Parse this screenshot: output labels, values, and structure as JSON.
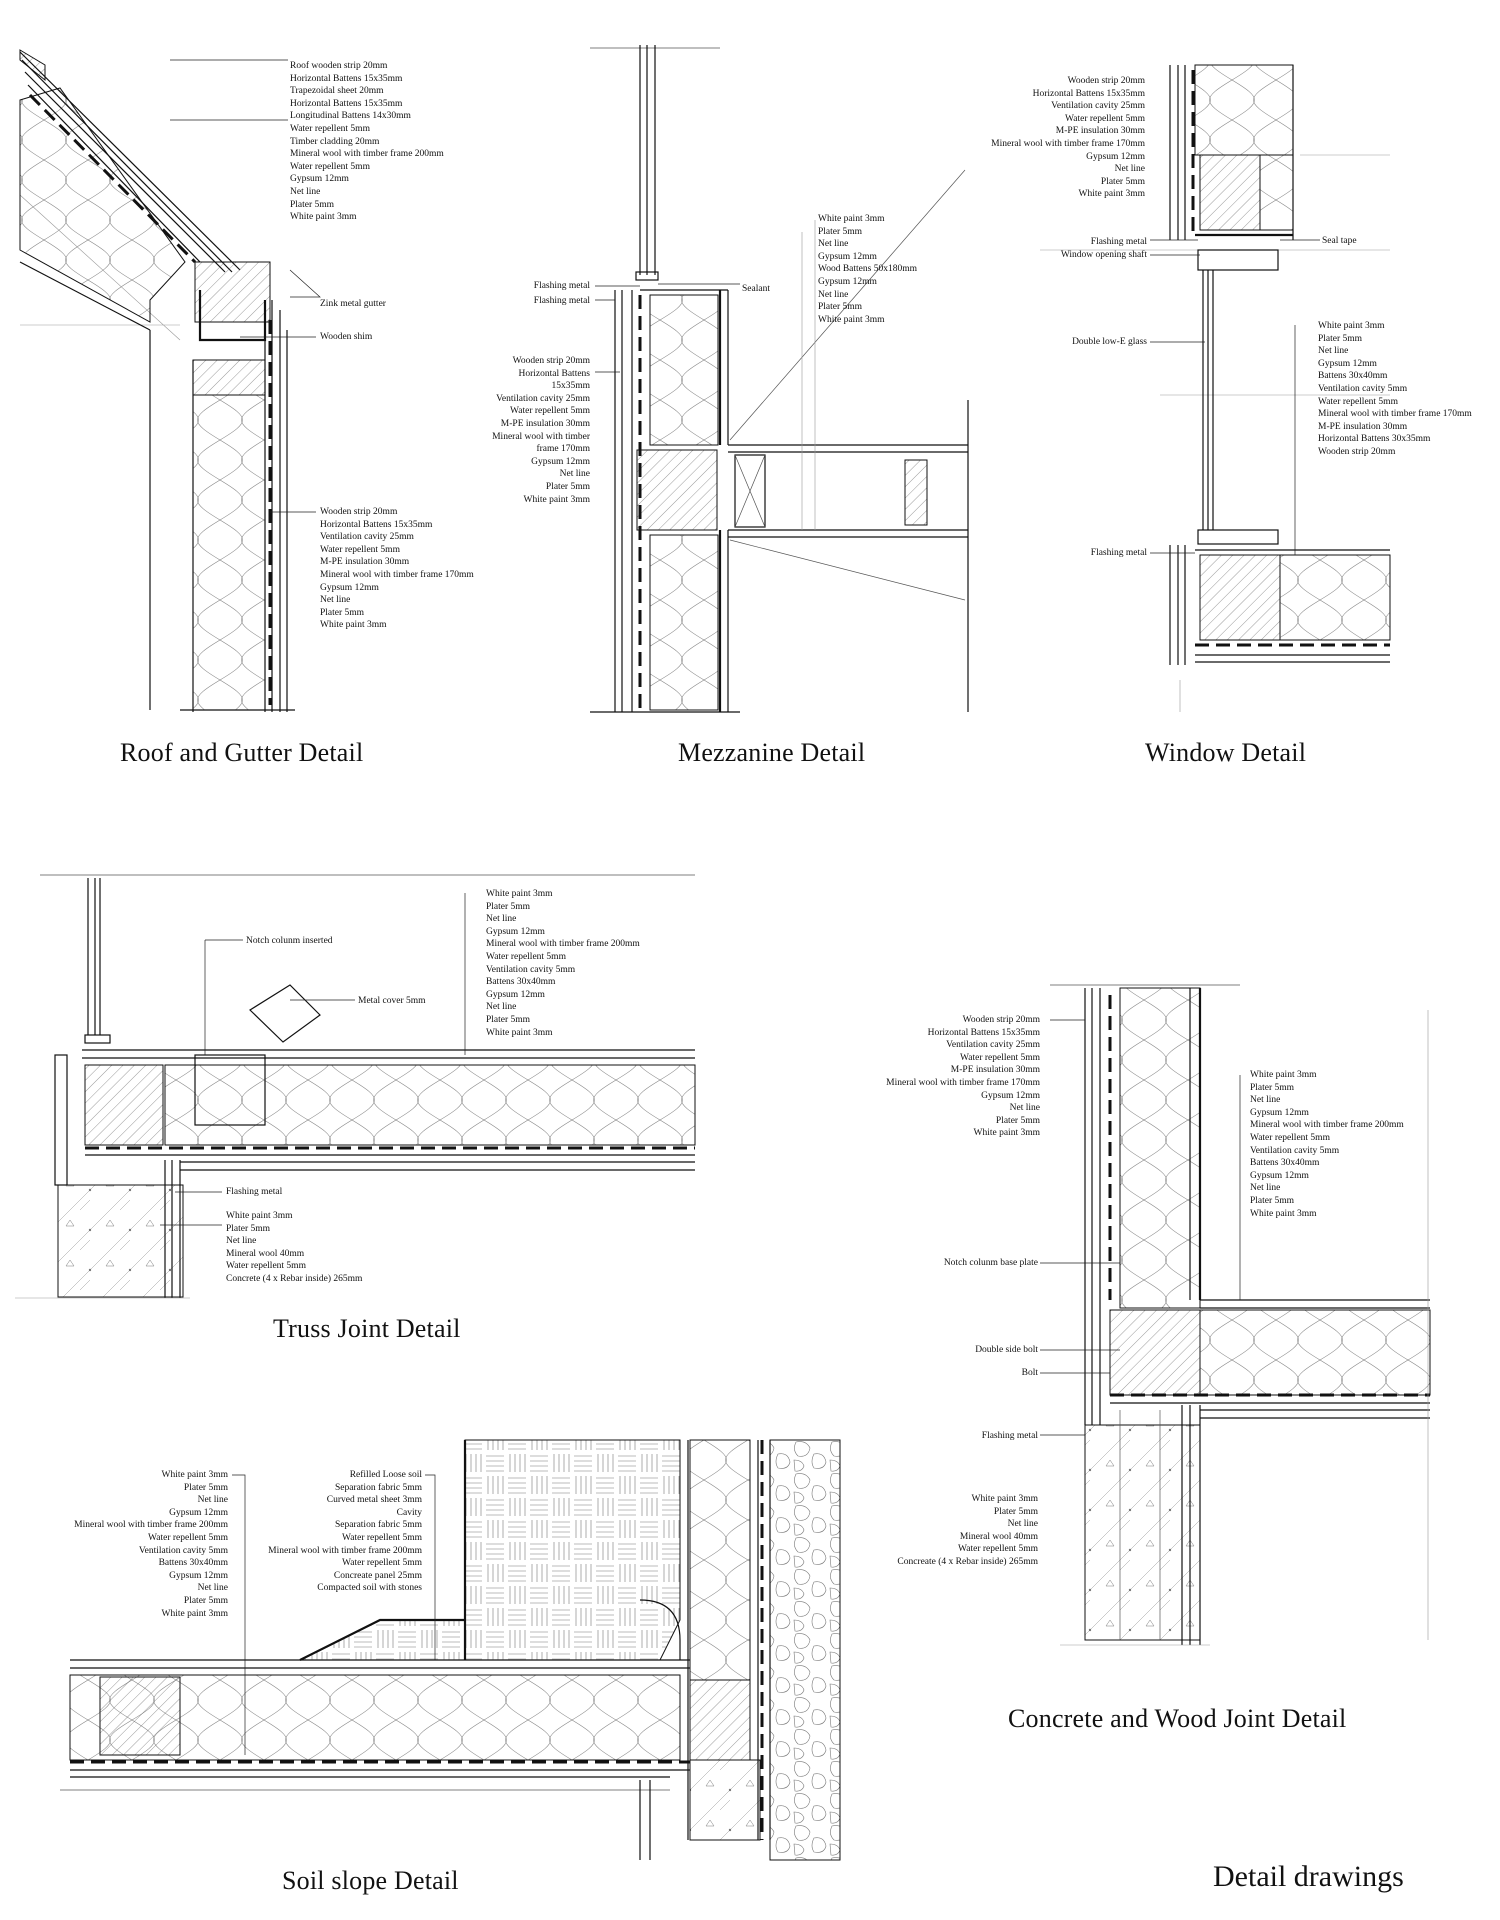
{
  "sheet_title": "Detail drawings",
  "details": {
    "roof": {
      "title": "Roof and Gutter Detail",
      "notes_top": [
        "Roof wooden strip 20mm",
        "Horizontal Battens 15x35mm",
        "Trapezoidal sheet 20mm",
        "Horizontal Battens 15x35mm",
        "Longitudinal Battens 14x30mm",
        "Water repellent 5mm",
        "Timber cladding 20mm",
        "Mineral wool with timber frame 200mm",
        "Water repellent 5mm",
        "Gypsum 12mm",
        "Net line",
        "Plater 5mm",
        "White paint 3mm"
      ],
      "gutter": "Zink metal gutter",
      "shim": "Wooden shim",
      "notes_wall": [
        "Wooden strip 20mm",
        "Horizontal Battens 15x35mm",
        "Ventilation cavity 25mm",
        "Water repellent 5mm",
        "M-PE insulation 30mm",
        "Mineral wool with timber frame 170mm",
        "Gypsum 12mm",
        "Net line",
        "Plater 5mm",
        "White paint 3mm"
      ]
    },
    "mezzanine": {
      "title": "Mezzanine Detail",
      "flashing_1": "Flashing metal",
      "flashing_2": "Flashing metal",
      "sealant": "Sealant",
      "notes_left": [
        "Wooden strip 20mm",
        "Horizontal Battens",
        "15x35mm",
        "Ventilation cavity 25mm",
        "Water repellent 5mm",
        "M-PE insulation 30mm",
        "Mineral wool with timber",
        "frame 170mm",
        "Gypsum 12mm",
        "Net line",
        "Plater 5mm",
        "White paint 3mm"
      ],
      "notes_right": [
        "White paint 3mm",
        "Plater 5mm",
        "Net line",
        "Gypsum 12mm",
        "Wood Battens 50x180mm",
        "Gypsum 12mm",
        "Net line",
        "Plater 5mm",
        "White paint 3mm"
      ]
    },
    "window": {
      "title": "Window Detail",
      "notes_top": [
        "Wooden strip 20mm",
        "Horizontal Battens 15x35mm",
        "Ventilation cavity 25mm",
        "Water repellent 5mm",
        "M-PE insulation 30mm",
        "Mineral wool with timber frame 170mm",
        "Gypsum 12mm",
        "Net line",
        "Plater 5mm",
        "White paint 3mm"
      ],
      "flashing": "Flashing metal",
      "shaft": "Window opening shaft",
      "seal": "Seal tape",
      "glass": "Double low-E glass",
      "notes_right": [
        "White paint 3mm",
        "Plater 5mm",
        "Net line",
        "Gypsum 12mm",
        "Battens 30x40mm",
        "Ventilation cavity 5mm",
        "Water repellent 5mm",
        "Mineral wool with timber frame 170mm",
        "M-PE insulation 30mm",
        "Horizontal Battens 30x35mm",
        "Wooden strip 20mm"
      ],
      "flashing_bottom": "Flashing metal"
    },
    "truss": {
      "title": "Truss Joint Detail",
      "notch": "Notch colunm inserted",
      "cover": "Metal cover 5mm",
      "notes_right": [
        "White paint 3mm",
        "Plater 5mm",
        "Net line",
        "Gypsum 12mm",
        "Mineral wool with timber frame 200mm",
        "Water repellent 5mm",
        "Ventilation cavity 5mm",
        "Battens 30x40mm",
        "Gypsum 12mm",
        "Net line",
        "Plater 5mm",
        "White paint 3mm"
      ],
      "flashing": "Flashing metal",
      "notes_bottom": [
        "White paint 3mm",
        "Plater 5mm",
        "Net line",
        "Mineral wool 40mm",
        "Water repellent 5mm",
        "Concrete (4 x Rebar inside) 265mm"
      ]
    },
    "soil": {
      "title": "Soil slope Detail",
      "notes_left": [
        "White paint 3mm",
        "Plater 5mm",
        "Net line",
        "Gypsum 12mm",
        "Mineral wool with timber frame 200mm",
        "Water repellent 5mm",
        "Ventilation cavity 5mm",
        "Battens 30x40mm",
        "Gypsum 12mm",
        "Net line",
        "Plater 5mm",
        "White paint 3mm"
      ],
      "notes_mid": [
        "Refilled Loose soil",
        "Separation fabric 5mm",
        "Curved metal sheet 3mm",
        "Cavity",
        "Separation fabric 5mm",
        "Water repellent 5mm",
        "Mineral wool with timber frame 200mm",
        "Water repellent 5mm",
        "Concreate panel 25mm",
        "Compacted soil with stones"
      ]
    },
    "concrete": {
      "title": "Concrete and Wood Joint Detail",
      "notes_left": [
        "Wooden strip 20mm",
        "Horizontal Battens 15x35mm",
        "Ventilation cavity 25mm",
        "Water repellent 5mm",
        "M-PE insulation 30mm",
        "Mineral wool with timber frame 170mm",
        "Gypsum 12mm",
        "Net line",
        "Plater 5mm",
        "White paint 3mm"
      ],
      "notes_right": [
        "White paint 3mm",
        "Plater 5mm",
        "Net line",
        "Gypsum 12mm",
        "Mineral wool with timber frame 200mm",
        "Water repellent 5mm",
        "Ventilation cavity 5mm",
        "Battens 30x40mm",
        "Gypsum 12mm",
        "Net line",
        "Plater 5mm",
        "White paint 3mm"
      ],
      "base_plate": "Notch colunm base plate",
      "double_bolt": "Double side bolt",
      "bolt": "Bolt",
      "flashing": "Flashing metal",
      "notes_bottom": [
        "White paint 3mm",
        "Plater 5mm",
        "Net line",
        "Mineral wool 40mm",
        "Water repellent 5mm",
        "Concreate (4 x Rebar inside) 265mm"
      ]
    }
  }
}
